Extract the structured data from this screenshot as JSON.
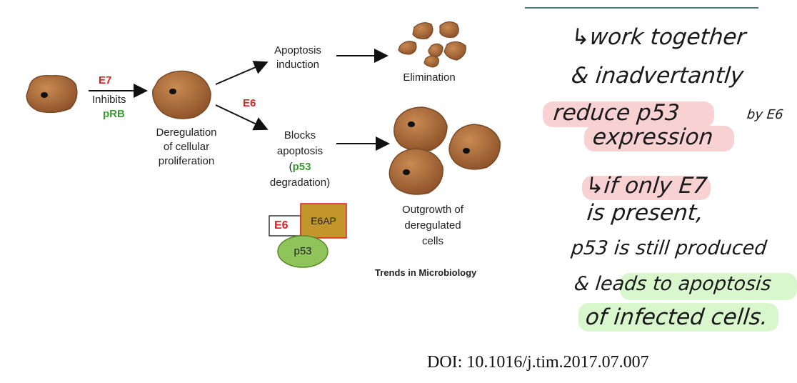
{
  "diagram": {
    "e7_label": "E7",
    "inhibits_label": "Inhibits",
    "prb_label": "pRB",
    "deregulation_label": [
      "Deregulation",
      "of cellular",
      "proliferation"
    ],
    "e6_branch_label": "E6",
    "apoptosis_induction": [
      "Apoptosis",
      "induction"
    ],
    "elimination": "Elimination",
    "blocks_apoptosis": [
      "Blocks",
      "apoptosis"
    ],
    "p53_open": "(",
    "p53_label": "p53",
    "degradation": "degradation)",
    "complex": {
      "e6": "E6",
      "e6ap": "E6AP",
      "p53": "p53"
    },
    "outgrowth": [
      "Outgrowth of",
      "deregulated",
      "cells"
    ],
    "credit": "Trends in Microbiology"
  },
  "notes": {
    "line1": "↳work together",
    "line2": "& inadvertantly",
    "line3": "reduce p53",
    "line3_side": "by E6",
    "line4": "expression",
    "line5": "↳if only E7",
    "line6": "is present,",
    "line7": "p53 is still produced",
    "line8": "& leads to apoptosis",
    "line9": "of infected cells."
  },
  "doi": "DOI: 10.1016/j.tim.2017.07.007",
  "colors": {
    "cell_fill": "#b07040",
    "cell_stroke": "#7a4a26",
    "red": "#e02020",
    "green": "#3a9a32",
    "e6ap_fill": "#c2962a",
    "p53_fill": "#8fc45a",
    "highlight_pink": "#f8d2d2",
    "highlight_green": "#d9f7cd",
    "rule_color": "#4f7f74"
  }
}
